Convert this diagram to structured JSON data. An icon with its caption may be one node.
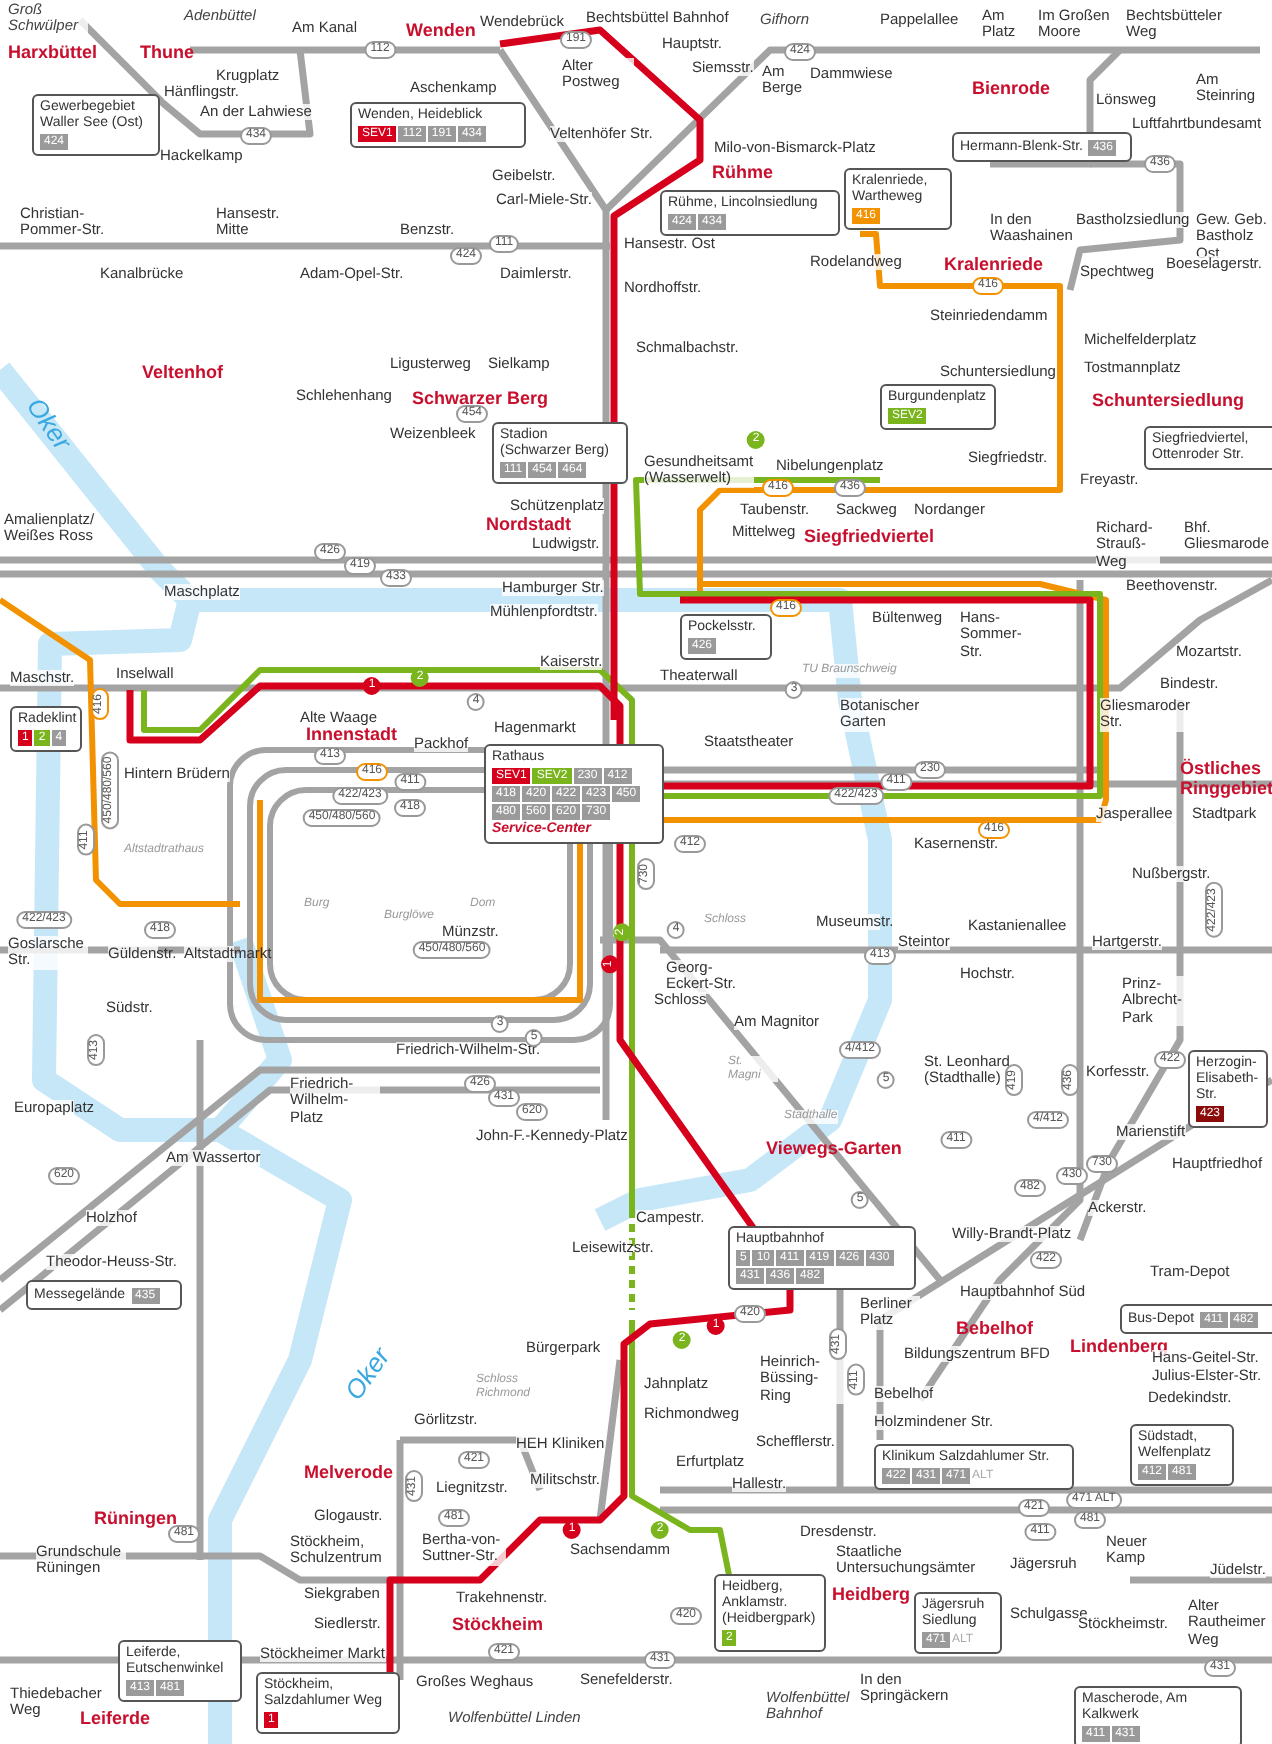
{
  "diagram": {
    "nodes": [
      {
        "text": [
          "Gewerbegebiet Waller See (Ost)",
          "424"
        ]
      },
      {
        "text": [
          "Wenden, Heideblick",
          "SEV1",
          "112",
          "191",
          "434"
        ]
      },
      {
        "text": [
          "Stadion (Schwarzer Berg)",
          "111",
          "454",
          "464"
        ]
      },
      {
        "text": [
          "Rühme, Lincolnsiedlung",
          "424",
          "434"
        ]
      },
      {
        "text": [
          "Kralenriede, Wartheweg",
          "416"
        ]
      },
      {
        "text": [
          "Hermann-Blenk-Str.",
          "436"
        ]
      },
      {
        "text": [
          "Burgundenplatz",
          "SEV2"
        ]
      },
      {
        "text": [
          "Siegfriedviertel, Ottenroder Str."
        ]
      },
      {
        "text": [
          "Pockelsstr.",
          "426"
        ]
      },
      {
        "text": [
          "Radeklint",
          "1",
          "2",
          "4"
        ]
      },
      {
        "text": [
          "Rathaus",
          "SEV1",
          "SEV2",
          "230",
          "412",
          "418",
          "420",
          "422",
          "423",
          "450",
          "480",
          "560",
          "620",
          "730",
          "Service-Center"
        ]
      },
      {
        "text": [
          "Herzogin-Elisabeth-Str.",
          "423"
        ]
      },
      {
        "text": [
          "Messegelände",
          "435"
        ]
      },
      {
        "text": [
          "Hauptbahnhof",
          "5",
          "10",
          "411",
          "419",
          "426",
          "430",
          "431",
          "436",
          "482"
        ]
      },
      {
        "text": [
          "Bus-Depot",
          "411",
          "482"
        ]
      },
      {
        "text": [
          "Südstadt, Welfenplatz",
          "412",
          "481"
        ]
      },
      {
        "text": [
          "Klinikum Salzdahlumer Str.",
          "422",
          "431",
          "471",
          "ALT"
        ]
      },
      {
        "text": [
          "Leiferde, Eutschenwinkel",
          "413",
          "481"
        ]
      },
      {
        "text": [
          "Stöckheim, Salzdahlumer Weg",
          "1"
        ]
      },
      {
        "text": [
          "Heidberg, Anklamstr. (Heidbergpark)",
          "2"
        ]
      },
      {
        "text": [
          "Jägersruh Siedlung",
          "471",
          "ALT"
        ]
      },
      {
        "text": [
          "Mascherode, Am Kalkwerk",
          "411",
          "431"
        ]
      }
    ],
    "labels": [
      "Groß Schwülper",
      "Adenbüttel",
      "Harxbüttel",
      "Thune",
      "Am Kanal",
      "Wenden",
      "Wendebrück",
      "Bechtsbüttel Bahnhof",
      "Gifhorn",
      "Krugplatz",
      "Hänflingstr.",
      "An der Lahwiese",
      "Hackelkamp",
      "Aschenkamp",
      "Alter Postweg",
      "Hauptstr.",
      "Siemsstr.",
      "Am Berge",
      "Dammwiese",
      "Pappelallee",
      "Am Platz",
      "Im Großen Moore",
      "Bechtsbütteler Weg",
      "Bienrode",
      "Lönsweg",
      "Am Steinring",
      "Luftfahrtbundesamt",
      "Veltenhöfer Str.",
      "Geibelstr.",
      "Carl-Miele-Str.",
      "Milo-von-Bismarck-Platz",
      "Rühme",
      "Hansestr. Ost",
      "Nordhoffstr.",
      "Rodelandweg",
      "Kralenriede",
      "In den Waashainen",
      "Bastholzsiedlung",
      "Gew. Geb. Bastholz Ost",
      "Boeselagerstr.",
      "Spechtweg",
      "Steinriedendamm",
      "Michelfelderplatz",
      "Schuntersiedlung",
      "Tostmannplatz",
      "Schuntersiedlung",
      "Christian-Pommer-Str.",
      "Kanalbrücke",
      "Hansestr. Mitte",
      "Adam-Opel-Str.",
      "Benzstr.",
      "Daimlerstr.",
      "Schmalbachstr.",
      "Veltenhof",
      "Oker",
      "Ligusterweg",
      "Sielkamp",
      "Schlehenhang",
      "Schwarzer Berg",
      "Weizenbleek",
      "Siegfriedstr.",
      "Freyastr.",
      "Gesundheitsamt (Wasserwelt)",
      "Nibelungenplatz",
      "Taubenstr.",
      "Sackweg",
      "Nordanger",
      "Mittelweg",
      "Siegfriedviertel",
      "Schützenplatz",
      "Nordstadt",
      "Ludwigstr.",
      "Amalienplatz/ Weißes Ross",
      "Richard-Strauß-Weg",
      "Bhf. Gliesmarode",
      "Maschplatz",
      "Hamburger Str.",
      "Mühlenpfordtstr.",
      "Beethovenstr.",
      "Bültenweg",
      "Hans-Sommer-Str.",
      "TU Braunschweig",
      "Maschstr.",
      "Inselwall",
      "Kaiserstr.",
      "Theaterwall",
      "Botanischer Garten",
      "Mozartstr.",
      "Bindestr.",
      "Gliesmaroder Str.",
      "Alte Waage",
      "Innenstadt",
      "Hagenmarkt",
      "Packhof",
      "Staatstheater",
      "Hintern Brüdern",
      "Östliches Ringgebiet",
      "Jasperallee",
      "Stadtpark",
      "Kasernenstr.",
      "Altstadtrathaus",
      "Burg",
      "Burglöwe",
      "Dom",
      "Nußbergstr.",
      "Schloss",
      "Museumstr.",
      "Steintor",
      "Kastanienallee",
      "Hartgerstr.",
      "Goslarsche Str.",
      "Güldenstr.",
      "Altstadtmarkt",
      "Münzstr.",
      "Georg-Eckert-Str.",
      "Hochstr.",
      "Prinz-Albrecht-Park",
      "Südstr.",
      "Schloss",
      "Am Magnitor",
      "Friedrich-Wilhelm-Str.",
      "St. Magni",
      "St. Leonhard (Stadthalle)",
      "Korfesstr.",
      "Friedrich-Wilhelm-Platz",
      "Europaplatz",
      "Stadthalle",
      "John-F.-Kennedy-Platz",
      "Viewegs-Garten",
      "Marienstift",
      "Am Wassertor",
      "Hauptfriedhof",
      "Holzhof",
      "Campestr.",
      "Ackerstr.",
      "Willy-Brandt-Platz",
      "Theodor-Heuss-Str.",
      "Leisewitzstr.",
      "Tram-Depot",
      "Hauptbahnhof Süd",
      "Berliner Platz",
      "Bebelhof",
      "Lindenberg",
      "Hans-Geitel-Str.",
      "Bürgerpark",
      "Heinrich-Büssing-Ring",
      "Bildungszentrum BFD",
      "Oker",
      "Jahnplatz",
      "Julius-Elster-Str.",
      "Schloss Richmond",
      "Bebelhof",
      "Dedekindstr.",
      "Görlitzstr.",
      "Richmondweg",
      "Holzmindener Str.",
      "HEH Kliniken",
      "Schefflerstr.",
      "Erfurtplatz",
      "Hallestr.",
      "Melverode",
      "Liegnitzstr.",
      "Militschstr.",
      "Rüningen",
      "Glogaustr.",
      "Grundschule Rüningen",
      "Stöckheim, Schulzentrum",
      "Bertha-von-Suttner-Str.",
      "Sachsendamm",
      "Dresdenstr.",
      "Staatliche Untersuchungsämter",
      "Jägersruh",
      "Neuer Kamp",
      "Jüdelstr.",
      "Siekgraben",
      "Trakehnenstr.",
      "Heidberg",
      "Schulgasse",
      "Stöckheimstr.",
      "Alter Rautheimer Weg",
      "Siedlerstr.",
      "Stöckheim",
      "Stöckheimer Markt",
      "Großes Weghaus",
      "Senefelderstr.",
      "In den Springäckern",
      "Thiedebacher Weg",
      "Wolfenbüttel Linden",
      "Wolfenbüttel Bahnhof",
      "Leiferde",
      "112",
      "434",
      "191",
      "424",
      "111",
      "424",
      "454",
      "436",
      "416",
      "2",
      "416",
      "436",
      "426",
      "419",
      "433",
      "416",
      "3",
      "1",
      "2",
      "4",
      "416",
      "413",
      "416",
      "411",
      "422/423",
      "418",
      "450/480/560",
      "450/480/560",
      "411",
      "230",
      "411",
      "422/423",
      "416",
      "412",
      "730",
      "422/423",
      "422/423",
      "418",
      "450/480/560",
      "4",
      "413",
      "1",
      "2",
      "3",
      "5",
      "413",
      "4/412",
      "5",
      "419",
      "436",
      "426",
      "431",
      "620",
      "4/412",
      "422",
      "730",
      "430",
      "482",
      "620",
      "5",
      "411",
      "422",
      "420",
      "1",
      "2",
      "431",
      "411",
      "431",
      "421",
      "481",
      "481",
      "1",
      "2",
      "471 ALT",
      "421",
      "481",
      "411",
      "420",
      "421",
      "431",
      "431"
    ]
  }
}
